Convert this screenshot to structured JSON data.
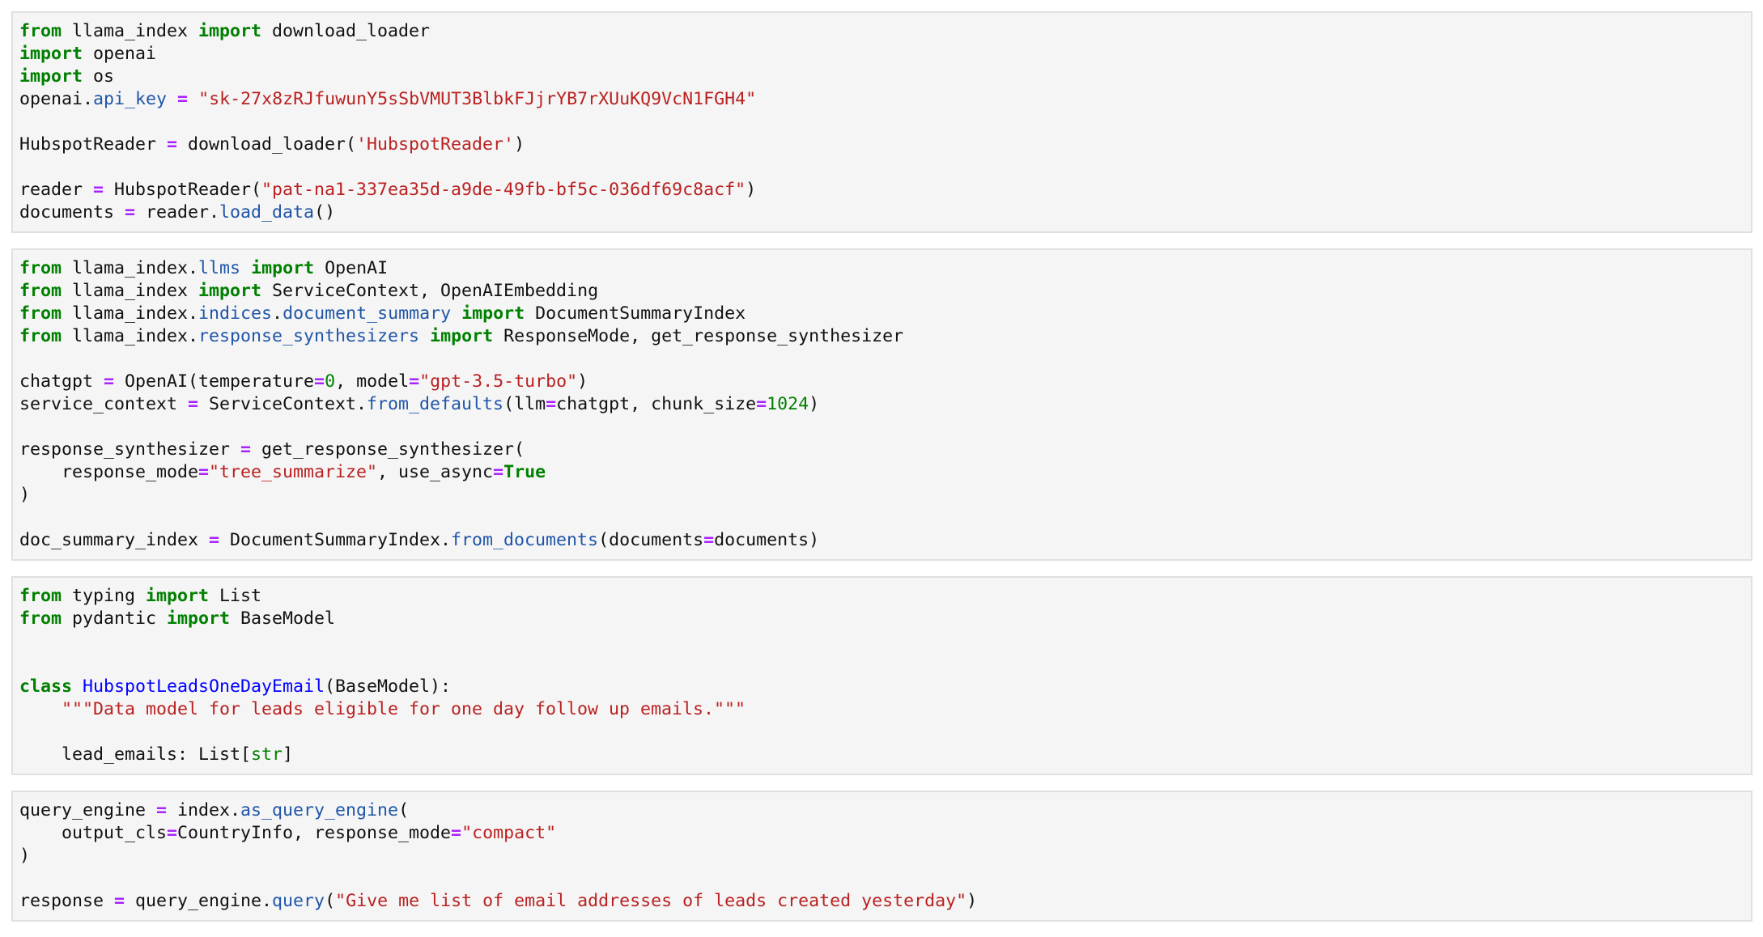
{
  "colors": {
    "keyword": "#008000",
    "string": "#ba2121",
    "operator": "#aa22ff",
    "attribute": "#2056a8",
    "class_name": "#0000ff",
    "cell_bg": "#f5f5f5"
  },
  "cells": [
    {
      "lines": [
        [
          [
            "kw",
            "from"
          ],
          [
            "plain",
            " llama_index "
          ],
          [
            "kw",
            "import"
          ],
          [
            "plain",
            " download_loader"
          ]
        ],
        [
          [
            "kw",
            "import"
          ],
          [
            "plain",
            " openai"
          ]
        ],
        [
          [
            "kw",
            "import"
          ],
          [
            "plain",
            " os"
          ]
        ],
        [
          [
            "plain",
            "openai."
          ],
          [
            "attr",
            "api_key"
          ],
          [
            "plain",
            " "
          ],
          [
            "op",
            "="
          ],
          [
            "plain",
            " "
          ],
          [
            "str",
            "\"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\""
          ]
        ],
        [],
        [
          [
            "plain",
            "HubspotReader "
          ],
          [
            "op",
            "="
          ],
          [
            "plain",
            " download_loader("
          ],
          [
            "str",
            "'HubspotReader'"
          ],
          [
            "plain",
            ")"
          ]
        ],
        [],
        [
          [
            "plain",
            "reader "
          ],
          [
            "op",
            "="
          ],
          [
            "plain",
            " HubspotReader("
          ],
          [
            "str",
            "\"pat-na1-337ea35d-a9de-49fb-bf5c-036df69c8acf\""
          ],
          [
            "plain",
            ")"
          ]
        ],
        [
          [
            "plain",
            "documents "
          ],
          [
            "op",
            "="
          ],
          [
            "plain",
            " reader."
          ],
          [
            "attr",
            "load_data"
          ],
          [
            "plain",
            "()"
          ]
        ]
      ]
    },
    {
      "lines": [
        [
          [
            "kw",
            "from"
          ],
          [
            "plain",
            " llama_index."
          ],
          [
            "attr",
            "llms"
          ],
          [
            "plain",
            " "
          ],
          [
            "kw",
            "import"
          ],
          [
            "plain",
            " OpenAI"
          ]
        ],
        [
          [
            "kw",
            "from"
          ],
          [
            "plain",
            " llama_index "
          ],
          [
            "kw",
            "import"
          ],
          [
            "plain",
            " ServiceContext, OpenAIEmbedding"
          ]
        ],
        [
          [
            "kw",
            "from"
          ],
          [
            "plain",
            " llama_index."
          ],
          [
            "attr",
            "indices"
          ],
          [
            "plain",
            "."
          ],
          [
            "attr",
            "document_summary"
          ],
          [
            "plain",
            " "
          ],
          [
            "kw",
            "import"
          ],
          [
            "plain",
            " DocumentSummaryIndex"
          ]
        ],
        [
          [
            "kw",
            "from"
          ],
          [
            "plain",
            " llama_index."
          ],
          [
            "attr",
            "response_synthesizers"
          ],
          [
            "plain",
            " "
          ],
          [
            "kw",
            "import"
          ],
          [
            "plain",
            " ResponseMode, get_response_synthesizer"
          ]
        ],
        [],
        [
          [
            "plain",
            "chatgpt "
          ],
          [
            "op",
            "="
          ],
          [
            "plain",
            " OpenAI(temperature"
          ],
          [
            "op",
            "="
          ],
          [
            "num",
            "0"
          ],
          [
            "plain",
            ", model"
          ],
          [
            "op",
            "="
          ],
          [
            "str",
            "\"gpt-3.5-turbo\""
          ],
          [
            "plain",
            ")"
          ]
        ],
        [
          [
            "plain",
            "service_context "
          ],
          [
            "op",
            "="
          ],
          [
            "plain",
            " ServiceContext."
          ],
          [
            "attr",
            "from_defaults"
          ],
          [
            "plain",
            "(llm"
          ],
          [
            "op",
            "="
          ],
          [
            "plain",
            "chatgpt, chunk_size"
          ],
          [
            "op",
            "="
          ],
          [
            "num",
            "1024"
          ],
          [
            "plain",
            ")"
          ]
        ],
        [],
        [
          [
            "plain",
            "response_synthesizer "
          ],
          [
            "op",
            "="
          ],
          [
            "plain",
            " get_response_synthesizer("
          ]
        ],
        [
          [
            "plain",
            "    response_mode"
          ],
          [
            "op",
            "="
          ],
          [
            "str",
            "\"tree_summarize\""
          ],
          [
            "plain",
            ", use_async"
          ],
          [
            "op",
            "="
          ],
          [
            "kw",
            "True"
          ]
        ],
        [
          [
            "plain",
            ")"
          ]
        ],
        [],
        [
          [
            "plain",
            "doc_summary_index "
          ],
          [
            "op",
            "="
          ],
          [
            "plain",
            " DocumentSummaryIndex."
          ],
          [
            "attr",
            "from_documents"
          ],
          [
            "plain",
            "(documents"
          ],
          [
            "op",
            "="
          ],
          [
            "plain",
            "documents)"
          ]
        ]
      ]
    },
    {
      "lines": [
        [
          [
            "kw",
            "from"
          ],
          [
            "plain",
            " typing "
          ],
          [
            "kw",
            "import"
          ],
          [
            "plain",
            " List"
          ]
        ],
        [
          [
            "kw",
            "from"
          ],
          [
            "plain",
            " pydantic "
          ],
          [
            "kw",
            "import"
          ],
          [
            "plain",
            " BaseModel"
          ]
        ],
        [],
        [],
        [
          [
            "kw",
            "class"
          ],
          [
            "plain",
            " "
          ],
          [
            "cls",
            "HubspotLeadsOneDayEmail"
          ],
          [
            "plain",
            "(BaseModel):"
          ]
        ],
        [
          [
            "plain",
            "    "
          ],
          [
            "str",
            "\"\"\"Data model for leads eligible for one day follow up emails.\"\"\""
          ]
        ],
        [],
        [
          [
            "plain",
            "    lead_emails: List["
          ],
          [
            "bi",
            "str"
          ],
          [
            "plain",
            "]"
          ]
        ]
      ]
    },
    {
      "lines": [
        [
          [
            "plain",
            "query_engine "
          ],
          [
            "op",
            "="
          ],
          [
            "plain",
            " index."
          ],
          [
            "attr",
            "as_query_engine"
          ],
          [
            "plain",
            "("
          ]
        ],
        [
          [
            "plain",
            "    output_cls"
          ],
          [
            "op",
            "="
          ],
          [
            "plain",
            "CountryInfo, response_mode"
          ],
          [
            "op",
            "="
          ],
          [
            "str",
            "\"compact\""
          ]
        ],
        [
          [
            "plain",
            ")"
          ]
        ],
        [],
        [
          [
            "plain",
            "response "
          ],
          [
            "op",
            "="
          ],
          [
            "plain",
            " query_engine."
          ],
          [
            "attr",
            "query"
          ],
          [
            "plain",
            "("
          ],
          [
            "str",
            "\"Give me list of email addresses of leads created yesterday\""
          ],
          [
            "plain",
            ")"
          ]
        ]
      ]
    }
  ]
}
